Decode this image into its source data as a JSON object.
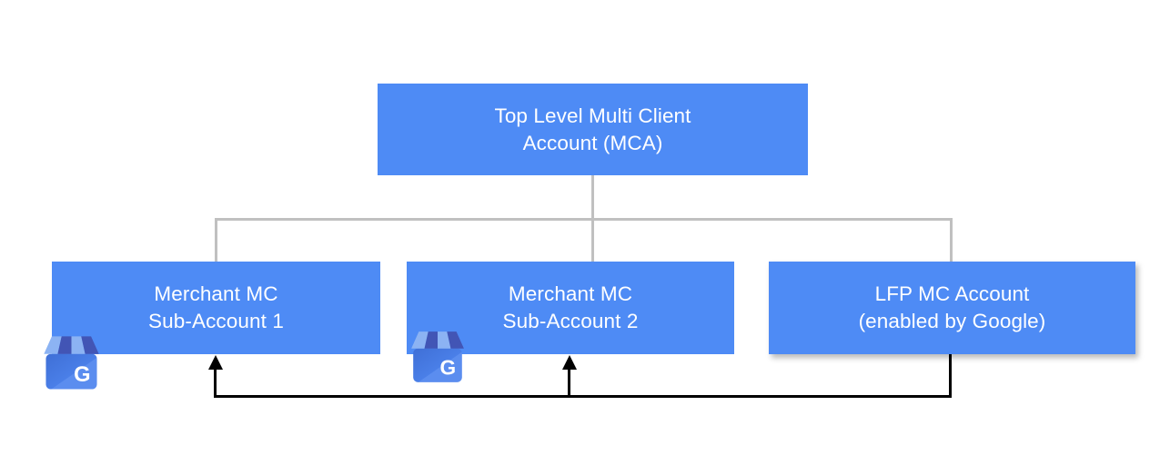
{
  "diagram": {
    "title_text": "",
    "colors": {
      "node_fill": "#4e8bf5",
      "node_text": "#ffffff",
      "tree_connector": "#c0c0c0",
      "flow_connector": "#000000",
      "background": "#ffffff"
    },
    "nodes": {
      "top": {
        "line1": "Top Level Multi Client",
        "line2": "Account (MCA)"
      },
      "sub1": {
        "line1": "Merchant MC",
        "line2": "Sub-Account 1"
      },
      "sub2": {
        "line1": "Merchant MC",
        "line2": "Sub-Account 2"
      },
      "lfp": {
        "line1": "LFP MC Account",
        "line2": "(enabled by Google)"
      }
    },
    "icons": {
      "gbp_1": "google-business-profile-icon",
      "gbp_2": "google-business-profile-icon",
      "gbp_letter": "G"
    }
  }
}
